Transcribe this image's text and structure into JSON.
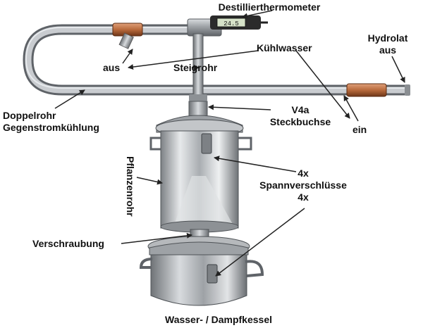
{
  "labels": {
    "thermometer": "Destillierthermometer",
    "thermometer_display": "24.5",
    "hydrolat_line1": "Hydrolat",
    "hydrolat_line2": "aus",
    "coolant": "Kühlwasser",
    "coolant_out": "aus",
    "riser": "Steigrohr",
    "condenser_line1": "Doppelrohr",
    "condenser_line2": "Gegenstromkühlung",
    "coolant_in": "ein",
    "socket_line1": "V4a",
    "socket_line2": "Steckbuchse",
    "plant_tube": "Pflanzenrohr",
    "clamps_top_count": "4x",
    "clamps_name": "Spannverschlüsse",
    "clamps_bottom_count": "4x",
    "screw_joint": "Verschraubung",
    "kettle": "Wasser- / Dampfkessel"
  },
  "colors": {
    "steel": "#a3a7ab",
    "steel_dark": "#5f6368",
    "copper": "#b86a3c",
    "text": "#111111",
    "arrow": "#222222"
  },
  "icons": [
    "thermometer-icon"
  ]
}
